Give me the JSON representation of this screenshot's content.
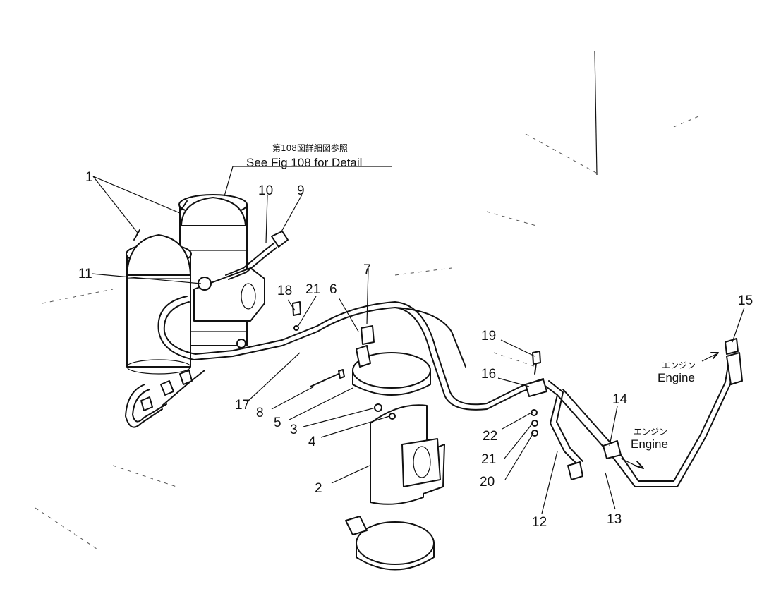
{
  "note": {
    "jp": "第108図詳細図参照",
    "en": "See Fig 108 for Detail"
  },
  "engine_labels": [
    {
      "jp": "エンジン",
      "en": "Engine"
    },
    {
      "jp": "エンジン",
      "en": "Engine"
    }
  ],
  "callouts": [
    "1",
    "2",
    "3",
    "4",
    "5",
    "6",
    "7",
    "8",
    "9",
    "10",
    "11",
    "12",
    "13",
    "14",
    "15",
    "16",
    "17",
    "18",
    "19",
    "20",
    "21",
    "21",
    "22"
  ]
}
